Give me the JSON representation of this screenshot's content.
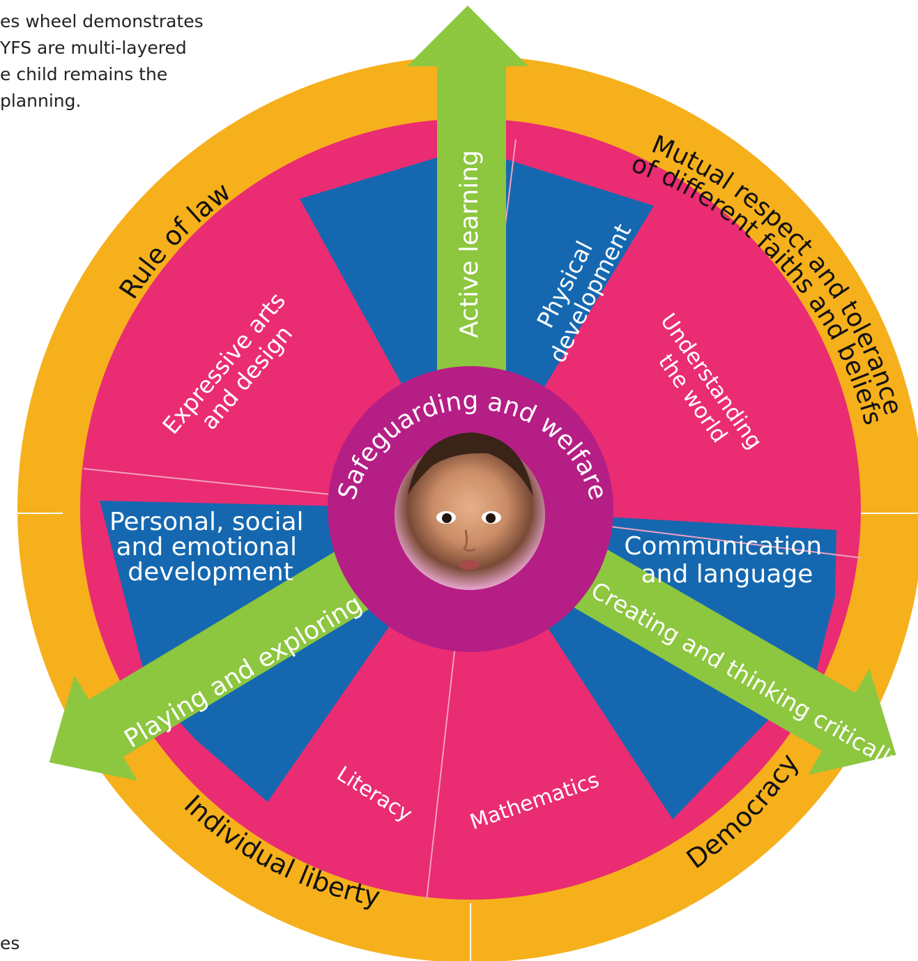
{
  "intro_lines": [
    "es wheel demonstrates",
    "YFS are multi-layered",
    "e child remains the",
    " planning."
  ],
  "footer_fragment": "es",
  "center": {
    "label": "Safeguarding and welfare"
  },
  "outer_ring": [
    "Rule of law",
    "Mutual respect and tolerance",
    "of different faiths and beliefs",
    "Democracy",
    "Individual liberty"
  ],
  "areas": {
    "physical": [
      "Physical",
      "development"
    ],
    "understanding": [
      "Understanding",
      "the world"
    ],
    "communication": [
      "Communication",
      "and language"
    ],
    "mathematics": [
      "Mathematics"
    ],
    "literacy": [
      "Literacy"
    ],
    "personal": [
      "Personal, social",
      "and emotional",
      "development"
    ],
    "expressive": [
      "Expressive arts",
      "and design"
    ]
  },
  "arrows": {
    "active": "Active learning",
    "playing": "Playing and exploring",
    "creating": "Creating and thinking critically"
  },
  "colors": {
    "outer_ring": "#F6B01C",
    "pink": "#EA2C73",
    "blue": "#1568B0",
    "green": "#8DC63F",
    "center": "#B51E85",
    "ring_text": "#111111",
    "label_text": "#ffffff"
  }
}
